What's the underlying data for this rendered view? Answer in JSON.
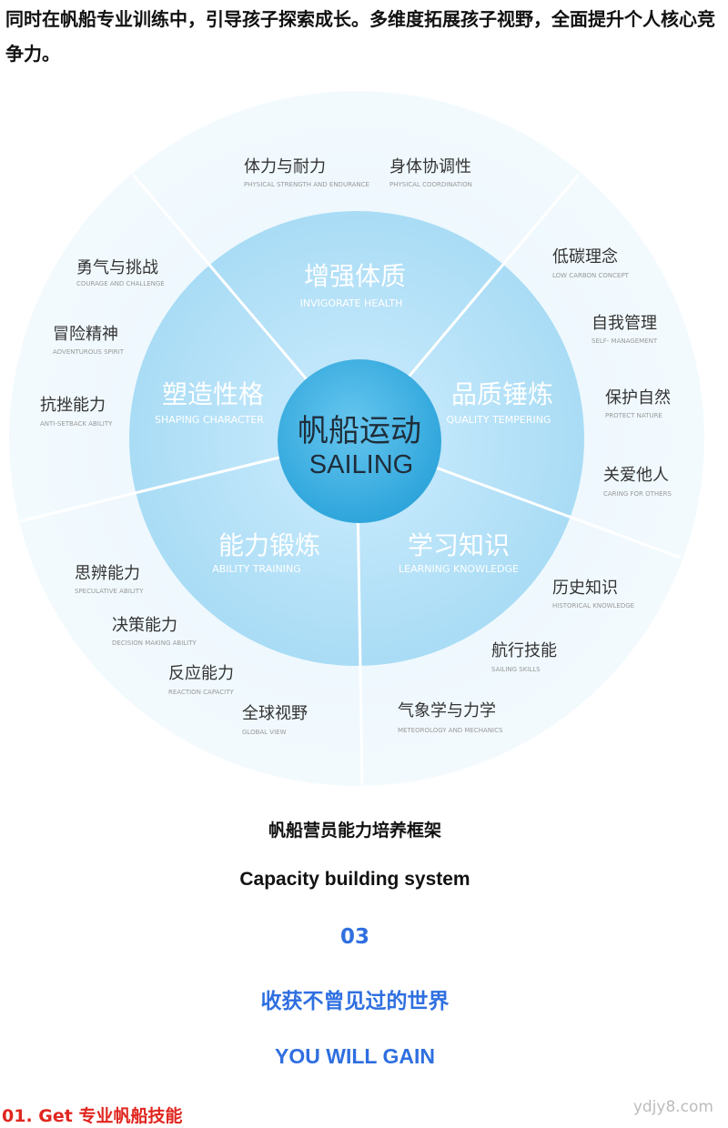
{
  "intro": "同时在帆船专业训练中，引导孩子探索成长。多维度拓展孩子视野，全面提升个人核心竞争力。",
  "diagram": {
    "center": {
      "cn": "帆船运动",
      "en": "SAILING"
    },
    "sectors": [
      {
        "id": "health",
        "cn": "增强体质",
        "en": "INVIGORATE HEALTH"
      },
      {
        "id": "quality",
        "cn": "品质锤炼",
        "en": "QUALITY TEMPERING"
      },
      {
        "id": "knowledge",
        "cn": "学习知识",
        "en": "LEARNING KNOWLEDGE"
      },
      {
        "id": "ability",
        "cn": "能力锻炼",
        "en": "ABILITY TRAINING"
      },
      {
        "id": "character",
        "cn": "塑造性格",
        "en": "SHAPING CHARACTER"
      }
    ],
    "items": [
      {
        "id": "strength",
        "cn": "体力与耐力",
        "en": "PHYSICAL STRENGTH AND ENDURANCE"
      },
      {
        "id": "coordination",
        "cn": "身体协调性",
        "en": "PHYSICAL COORDINATION"
      },
      {
        "id": "lowcarbon",
        "cn": "低碳理念",
        "en": "LOW CARBON CONCEPT"
      },
      {
        "id": "selfmgmt",
        "cn": "自我管理",
        "en": "SELF- MANAGEMENT"
      },
      {
        "id": "nature",
        "cn": "保护自然",
        "en": "PROTECT NATURE"
      },
      {
        "id": "caring",
        "cn": "关爱他人",
        "en": "CARING FOR OTHERS"
      },
      {
        "id": "history",
        "cn": "历史知识",
        "en": "HISTORICAL KNOWLEDGE"
      },
      {
        "id": "navigation",
        "cn": "航行技能",
        "en": "SAILING SKILLS"
      },
      {
        "id": "meteorology",
        "cn": "气象学与力学",
        "en": "METEOROLOGY AND MECHANICS"
      },
      {
        "id": "globalview",
        "cn": "全球视野",
        "en": "GLOBAL VIEW"
      },
      {
        "id": "reaction",
        "cn": "反应能力",
        "en": "REACTION CAPACITY"
      },
      {
        "id": "decision",
        "cn": "决策能力",
        "en": "DECISION MAKING ABILITY"
      },
      {
        "id": "speculative",
        "cn": "思辨能力",
        "en": "SPECULATIVE ABILITY"
      },
      {
        "id": "antisetback",
        "cn": "抗挫能力",
        "en": "ANTI-SETBACK ABILITY"
      },
      {
        "id": "adventurous",
        "cn": "冒险精神",
        "en": "ADVENTUROUS SPIRIT"
      },
      {
        "id": "courage",
        "cn": "勇气与挑战",
        "en": "COURAGE AND CHALLENGE"
      }
    ]
  },
  "caption": {
    "cn": "帆船营员能力培养框架",
    "en": "Capacity building system"
  },
  "section": {
    "number": "03",
    "title_cn": "收获不曾见过的世界",
    "title_en": "YOU WILL GAIN"
  },
  "subheading": "01. Get 专业帆船技能",
  "watermark": "ydjy8.com",
  "colors": {
    "outer_ring": "#edf7fd",
    "middle_ring": "#b4e2f8",
    "inner_circle": "#3fb1e4",
    "accent_blue": "#2f6fe0",
    "accent_red": "#e0261f"
  }
}
